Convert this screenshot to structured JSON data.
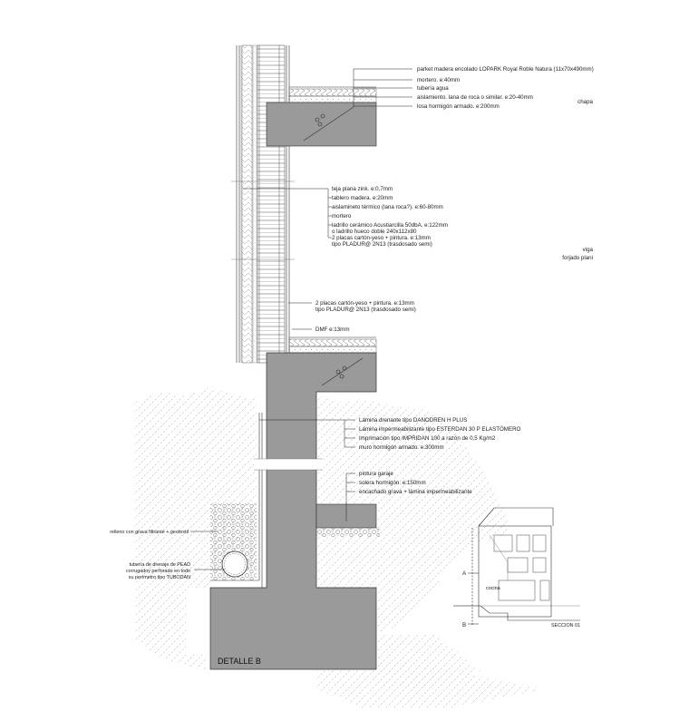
{
  "title": "DETALLE B",
  "section_label": "SECCION 01",
  "section_markers": {
    "a": "A",
    "b": "B"
  },
  "inset_room_label": "cocina",
  "right_edge_labels": [
    "chapa",
    "viga",
    "forjado plani"
  ],
  "labels": {
    "floor_top": [
      "parket madera encolado LOPARK Royal Roble Natura (11x70x490mm)",
      "mortero. e:40mm",
      "tubería agua",
      "aislamiento. lana de roca o similar. e:20-40mm",
      "losa hormigón armado. e:200mm"
    ],
    "facade": [
      "teja plana zink. e:0,7mm",
      "tablero madera. e:20mm",
      "aislamineto térmico (lana roca?). e:60-80mm",
      "mortero",
      "ladrillo cerámico Acustiarcilla 50dbA. e:122mm",
      "o ladrillo hueco doble 240x112x80",
      "2 placas cartón-yeso + pintura. e:13mm",
      "tipo PLADUR@ 2N13 (trasdosado semi)"
    ],
    "inner_wall": [
      "2 placas cartón-yeso + pintura. e:13mm",
      "tipo PLADUR@ 2N13 (trasdosado semi)"
    ],
    "dmf": "DMF e:13mm",
    "basement_wall": [
      "Lámina drenante tipo DANODREN H PLUS",
      "Lámina impermeabilizante tipo ESTERDAN 30 P ELASTÓMERO",
      "Imprimación tipo IMPRIDAN 100 a razón de 0,5 Kg/m2",
      "muro hormigón armado. e:300mm"
    ],
    "garage_floor": [
      "pintura garaje",
      "solera hormigón. e:150mm",
      "encachado grava + lámina impermeabilizante"
    ],
    "drain_left": [
      "relleno con grava filtrante + geotextil",
      "tubería de drenaje de PEAD",
      "corrugadoy perforado en todo",
      "su perímetro tipo TUBODAN"
    ]
  }
}
